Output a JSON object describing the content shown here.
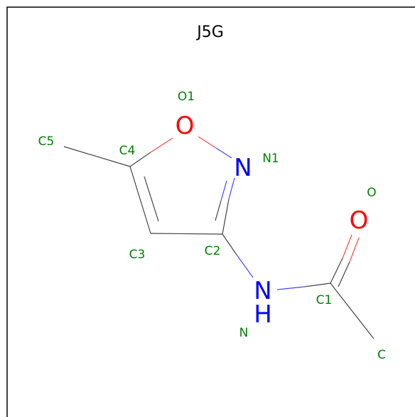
{
  "title": "J5G",
  "colors": {
    "carbon_bond": "#444444",
    "oxygen": "#ff0000",
    "nitrogen": "#0000ff",
    "label": "#008000",
    "border": "#000000",
    "background": "#ffffff"
  },
  "atoms": {
    "O1": {
      "symbol": "O",
      "label": "O1"
    },
    "N1": {
      "symbol": "N",
      "label": "N1"
    },
    "C2": {
      "label": "C2"
    },
    "C3": {
      "label": "C3"
    },
    "C4": {
      "label": "C4"
    },
    "C5": {
      "label": "C5"
    },
    "N": {
      "symbol": "N",
      "hydrogen": "H",
      "label": "N"
    },
    "C1": {
      "label": "C1"
    },
    "O": {
      "symbol": "O",
      "label": "O"
    },
    "C": {
      "label": "C"
    }
  }
}
